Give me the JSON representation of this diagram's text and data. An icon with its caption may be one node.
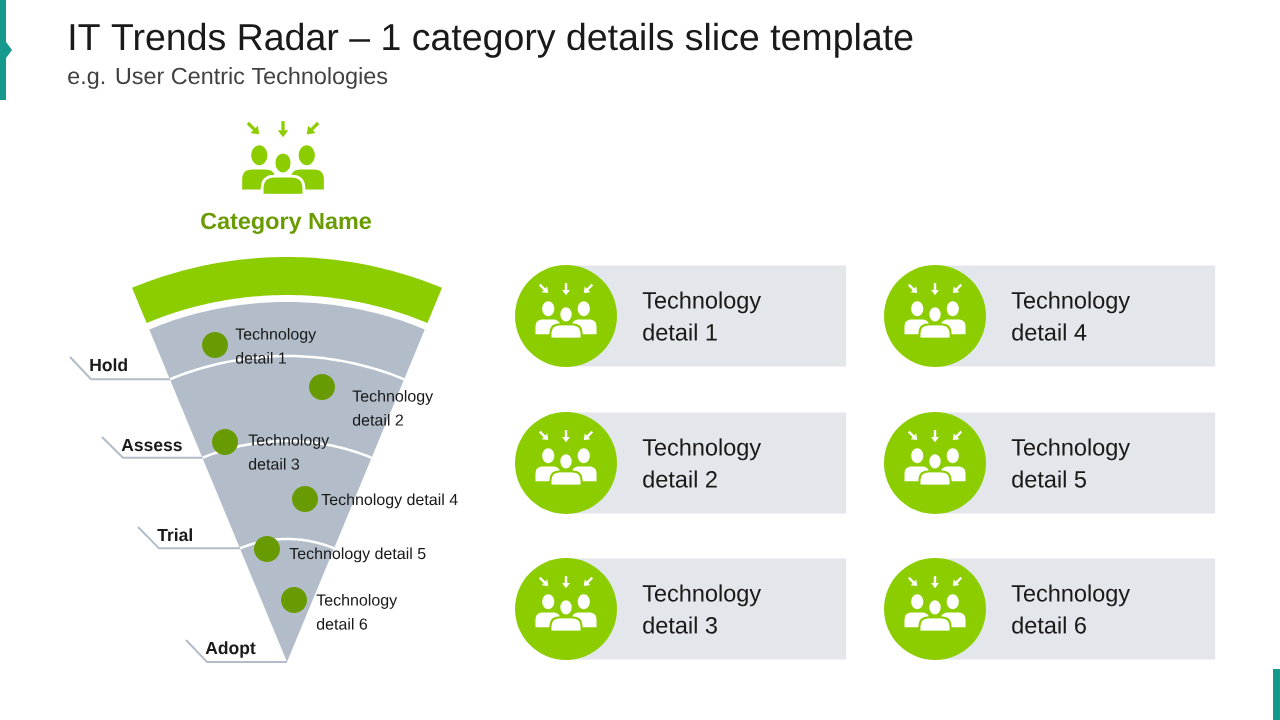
{
  "diagram": {
    "title": "IT Trends Radar – 1 category details slice template",
    "nodes": [
      {
        "text": [],
        "shape": "wedge"
      },
      {
        "text": [
          "Hold"
        ]
      },
      {
        "text": [
          "Assess"
        ]
      },
      {
        "text": [
          "Trial"
        ]
      },
      {
        "text": [
          "Adopt"
        ]
      },
      {
        "text": [
          "Technology detail 1"
        ]
      },
      {
        "text": [
          "Technology detail 2"
        ]
      },
      {
        "text": [
          "Technology detail 3"
        ]
      },
      {
        "text": [
          "Technology detail 4"
        ]
      },
      {
        "text": [
          "Technology detail 5"
        ]
      },
      {
        "text": [
          "Technology detail 6"
        ]
      }
    ],
    "edges": [
      {
        "from": 1,
        "to": 0,
        "arrow": "none"
      },
      {
        "from": 2,
        "to": 0,
        "arrow": "none"
      },
      {
        "from": 3,
        "to": 0,
        "arrow": "none"
      },
      {
        "from": 4,
        "to": 0,
        "arrow": "none"
      }
    ],
    "labels": [
      "e.g. User Centric Technologies",
      "Category Name",
      "Technology detail 1",
      "Technology detail 2",
      "Technology detail 3",
      "Technology detail 4",
      "Technology detail 5",
      "Technology detail 6"
    ]
  }
}
